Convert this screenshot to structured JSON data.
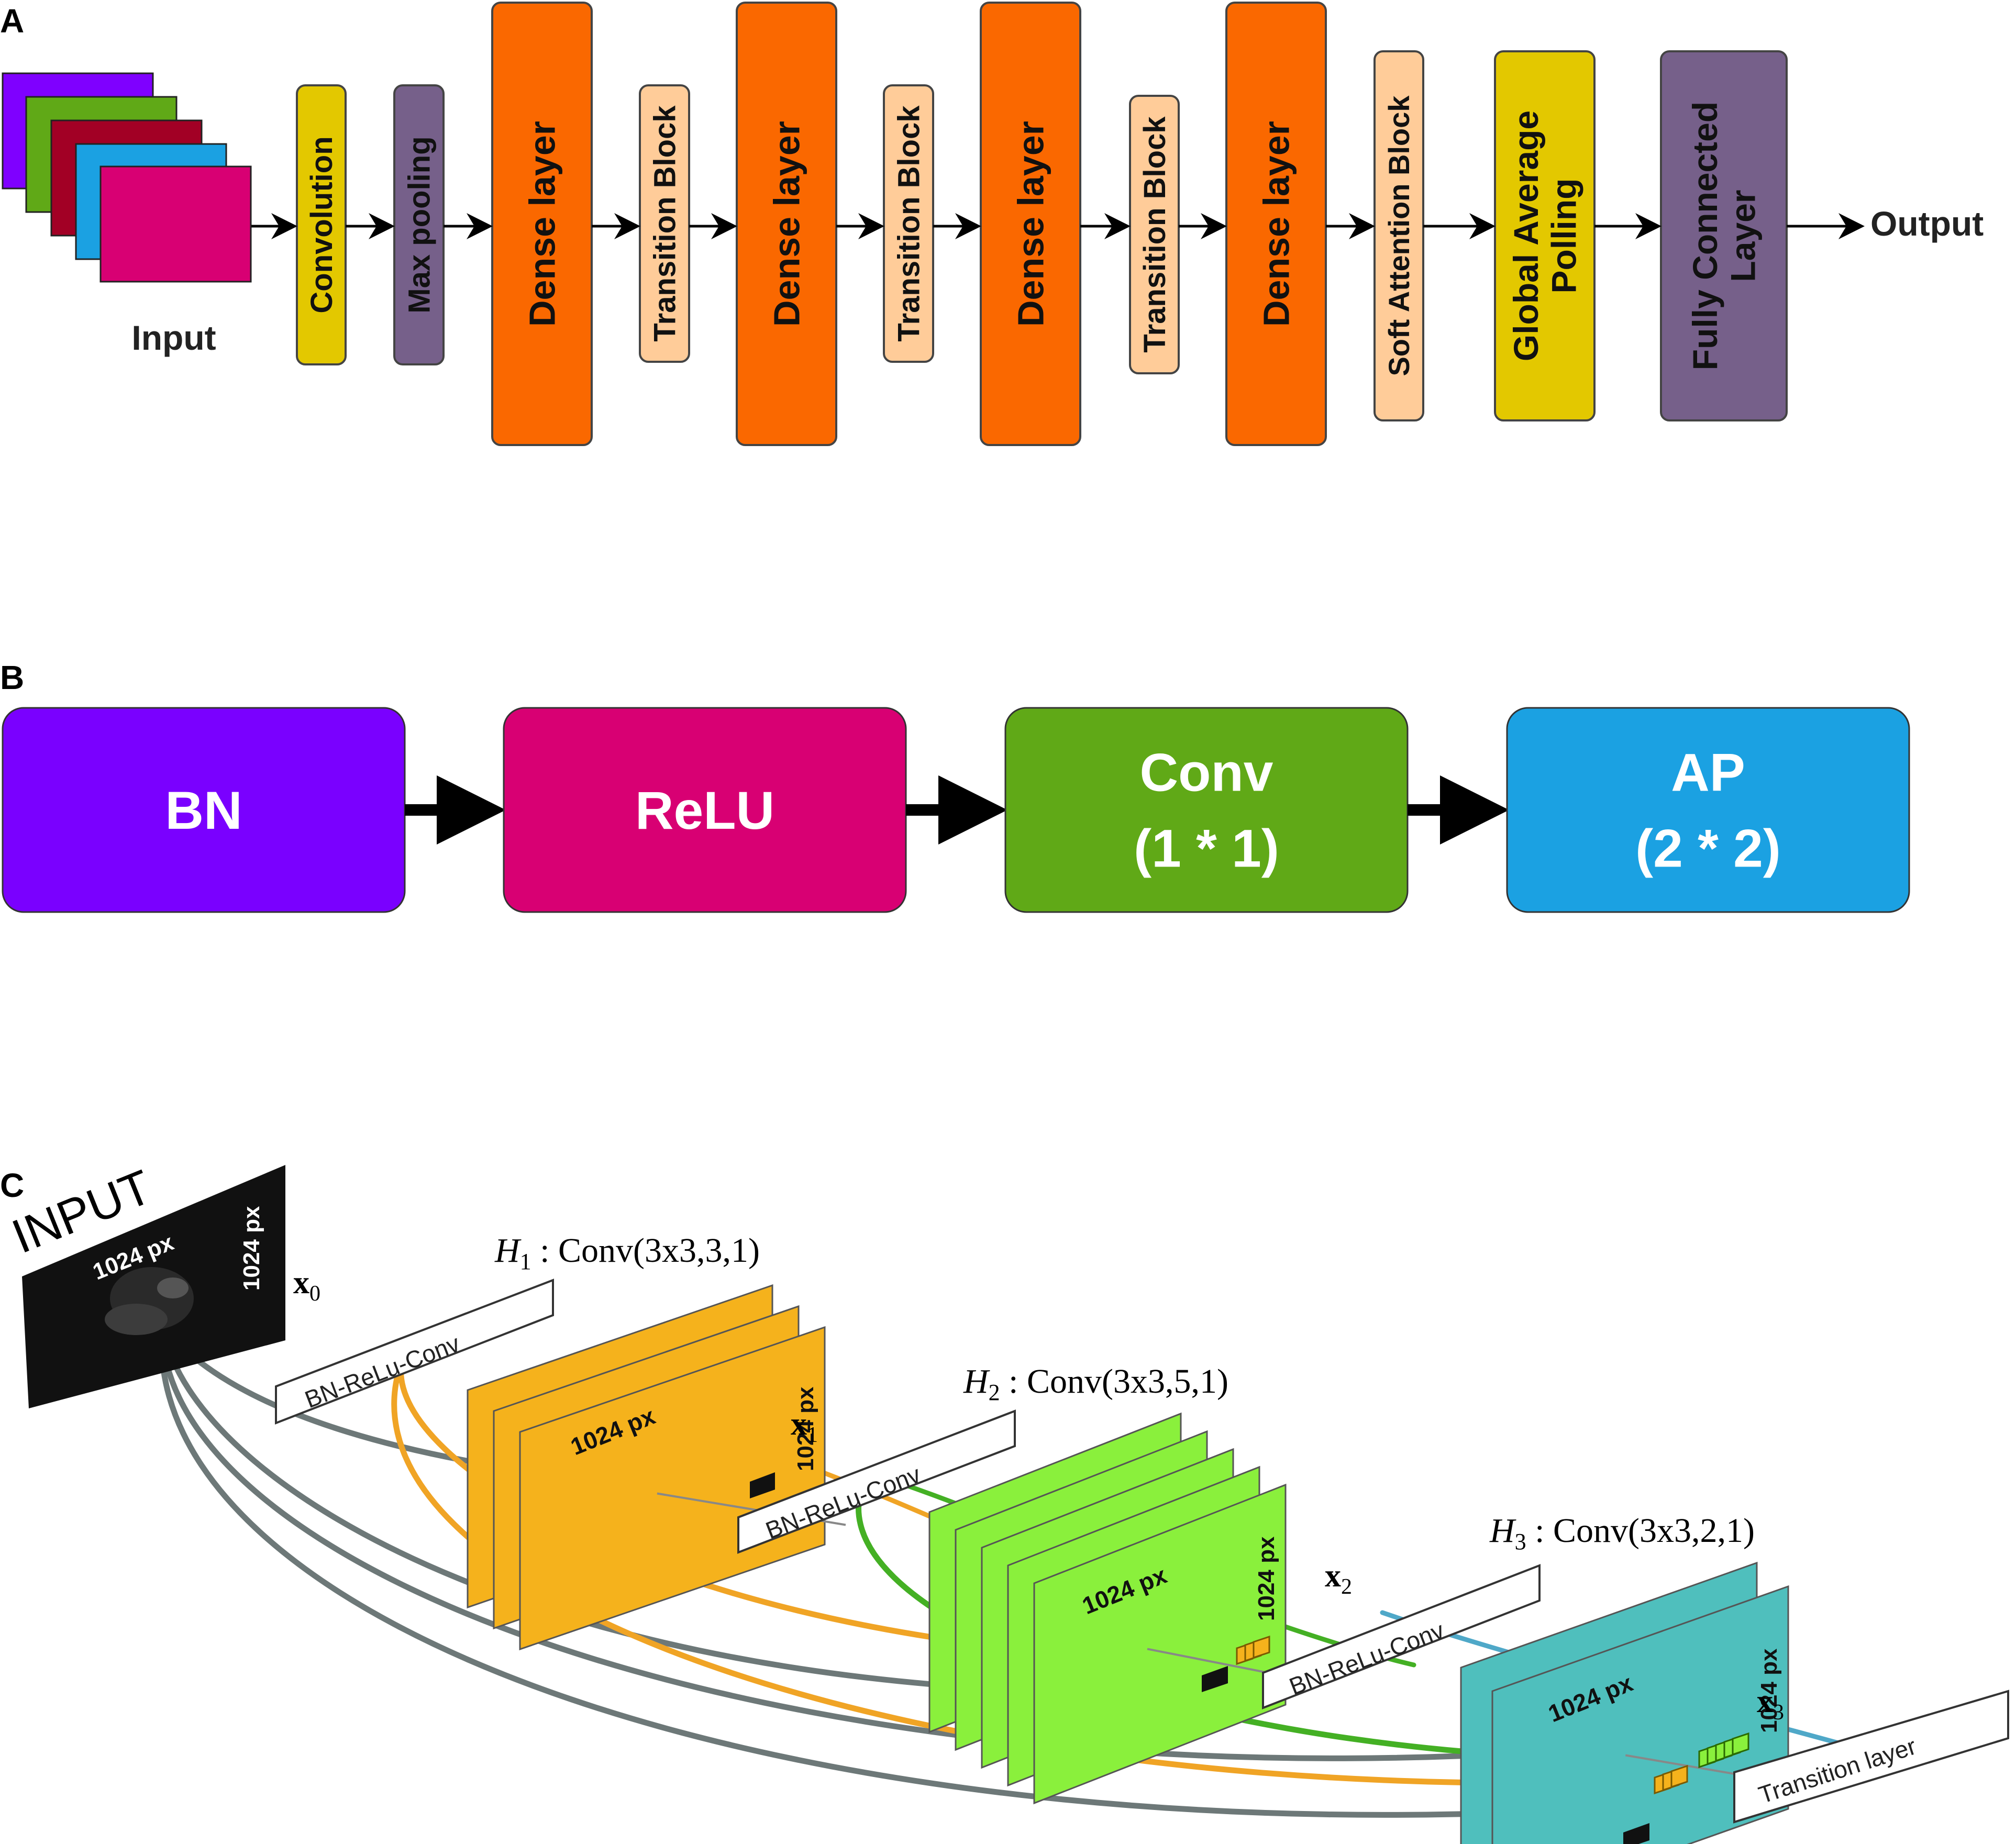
{
  "panel_a": {
    "label": "A",
    "input_label": "Input",
    "output_label": "Output",
    "input_colors": [
      "#7f00ff",
      "#60a917",
      "#a20025",
      "#1ba1e2",
      "#d80073"
    ],
    "blocks": [
      {
        "text": [
          "Convolution"
        ],
        "kind": "yellow"
      },
      {
        "text": [
          "Max pooling"
        ],
        "kind": "purple"
      },
      {
        "text": [
          "Dense layer"
        ],
        "kind": "orange"
      },
      {
        "text": [
          "Transition Block"
        ],
        "kind": "peach"
      },
      {
        "text": [
          "Dense layer"
        ],
        "kind": "orange"
      },
      {
        "text": [
          "Transition Block"
        ],
        "kind": "peach"
      },
      {
        "text": [
          "Dense layer"
        ],
        "kind": "orange"
      },
      {
        "text": [
          "Transition Block"
        ],
        "kind": "peach"
      },
      {
        "text": [
          "Dense layer"
        ],
        "kind": "orange"
      },
      {
        "text": [
          "Soft Attention Block"
        ],
        "kind": "peach"
      },
      {
        "text": [
          "Global Average",
          "Polling"
        ],
        "kind": "yellow"
      },
      {
        "text": [
          "Fully Connected",
          "Layer"
        ],
        "kind": "purple"
      }
    ],
    "colors": {
      "yellow": "#e3c800",
      "purple": "#76608a",
      "orange": "#fa6800",
      "peach": "#ffcc99"
    }
  },
  "panel_b": {
    "label": "B",
    "blocks": [
      {
        "lines": [
          "BN"
        ],
        "color": "#7a00ff"
      },
      {
        "lines": [
          "ReLU"
        ],
        "color": "#d80073"
      },
      {
        "lines": [
          "Conv",
          "(1 * 1)"
        ],
        "color": "#60a917"
      },
      {
        "lines": [
          "AP",
          "(2 * 2)"
        ],
        "color": "#1ba1e2"
      }
    ]
  },
  "panel_c": {
    "label": "C",
    "input_title": "INPUT",
    "px_label": "1024 px",
    "stages": [
      {
        "title_sym": "H",
        "title_sub": "1",
        "title_rest": " : Conv(3x3,3,1)",
        "x_sym": "x",
        "x_sub": "1",
        "color": "#f5b21c"
      },
      {
        "title_sym": "H",
        "title_sub": "2",
        "title_rest": " : Conv(3x3,5,1)",
        "x_sym": "x",
        "x_sub": "2",
        "color": "#8af03c"
      },
      {
        "title_sym": "H",
        "title_sub": "3",
        "title_rest": " : Conv(3x3,2,1)",
        "x_sym": "x",
        "x_sub": "3",
        "color": "#4fbfbd"
      }
    ],
    "x0_sym": "x",
    "x0_sub": "0",
    "bn_relu_conv_label": "BN-ReLu-Conv",
    "transition_label": "Transition layer"
  }
}
